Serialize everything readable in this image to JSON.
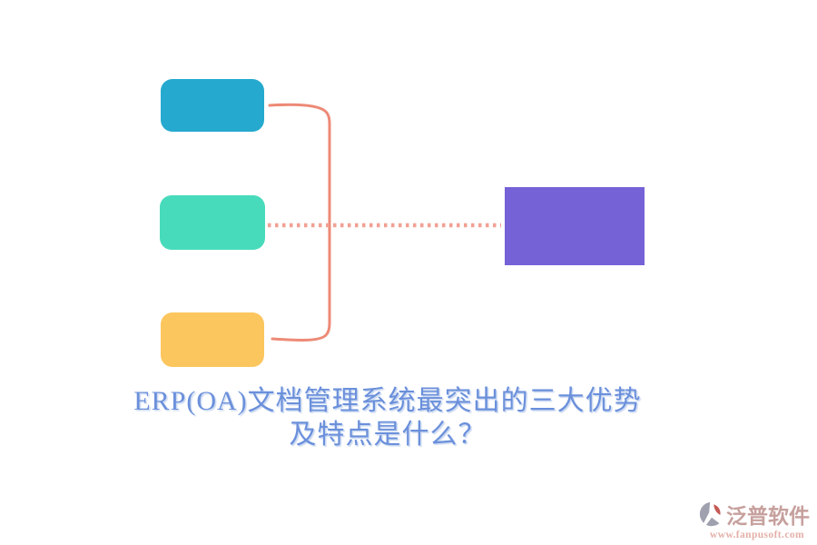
{
  "page": {
    "background": "#FFFFFF"
  },
  "title": {
    "line1": "ERP(OA)文档管理系统最突出的三大优势",
    "line2": "及特点是什么？",
    "color": "#6B90DB"
  },
  "diagram": {
    "boxes": [
      {
        "name": "topic-box-top",
        "color": "#25A9CE"
      },
      {
        "name": "topic-box-middle",
        "color": "#48DBBB"
      },
      {
        "name": "topic-box-bottom",
        "color": "#FCC65E"
      },
      {
        "name": "result-box",
        "color": "#7562D7"
      }
    ],
    "connectors": {
      "bracket_color": "#ED8A76",
      "dotted_color": "#F2A195"
    }
  },
  "watermark": {
    "brand": "泛普软件",
    "url": "www.fanpusoft.com",
    "brand_color": "#C49B98",
    "url_color": "#E3ABA4",
    "mark_gray": "#9B9DAB",
    "mark_red": "#C4524C"
  }
}
